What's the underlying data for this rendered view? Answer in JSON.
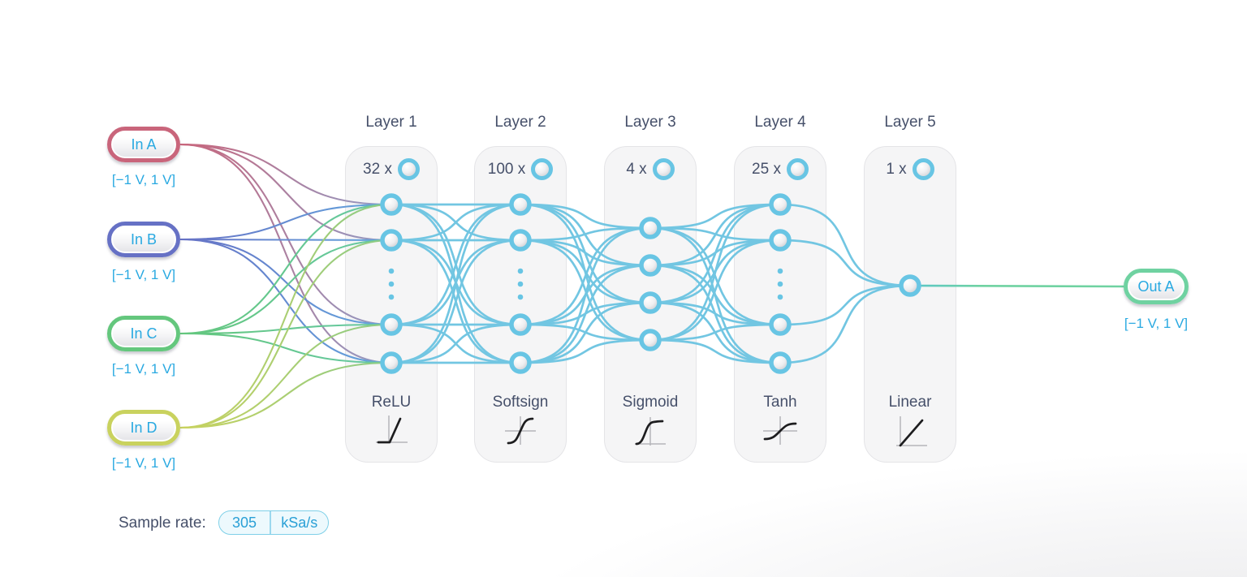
{
  "inputs": [
    {
      "label": "In A",
      "range": "[−1 V, 1 V]",
      "color": "#c9657b",
      "link_end": "#8f9cc6"
    },
    {
      "label": "In B",
      "range": "[−1 V, 1 V]",
      "color": "#6671c5",
      "link_end": "#64a7de"
    },
    {
      "label": "In C",
      "range": "[−1 V, 1 V]",
      "color": "#64c77d",
      "link_end": "#66c8a4"
    },
    {
      "label": "In D",
      "range": "[−1 V, 1 V]",
      "color": "#c9d25e",
      "link_end": "#8bcb87"
    }
  ],
  "output": {
    "label": "Out A",
    "range": "[−1 V, 1 V]",
    "color": "#6fd2a1"
  },
  "layers": [
    {
      "title": "Layer 1",
      "count_label": "32 x",
      "activation": "ReLU",
      "pattern": "ellipsis"
    },
    {
      "title": "Layer 2",
      "count_label": "100 x",
      "activation": "Softsign",
      "pattern": "ellipsis"
    },
    {
      "title": "Layer 3",
      "count_label": "4 x",
      "activation": "Sigmoid",
      "pattern": "four"
    },
    {
      "title": "Layer 4",
      "count_label": "25 x",
      "activation": "Tanh",
      "pattern": "ellipsis"
    },
    {
      "title": "Layer 5",
      "count_label": "1 x",
      "activation": "Linear",
      "pattern": "single"
    }
  ],
  "sample_rate": {
    "label": "Sample rate:",
    "value": "305",
    "unit": "kSa/s"
  },
  "colors": {
    "link": "#72c6e2",
    "neuron_ring": "#68c5e4",
    "accent_text": "#29a9e1",
    "heading_text": "#46506a",
    "out_link_start": "#5ac6c9"
  }
}
